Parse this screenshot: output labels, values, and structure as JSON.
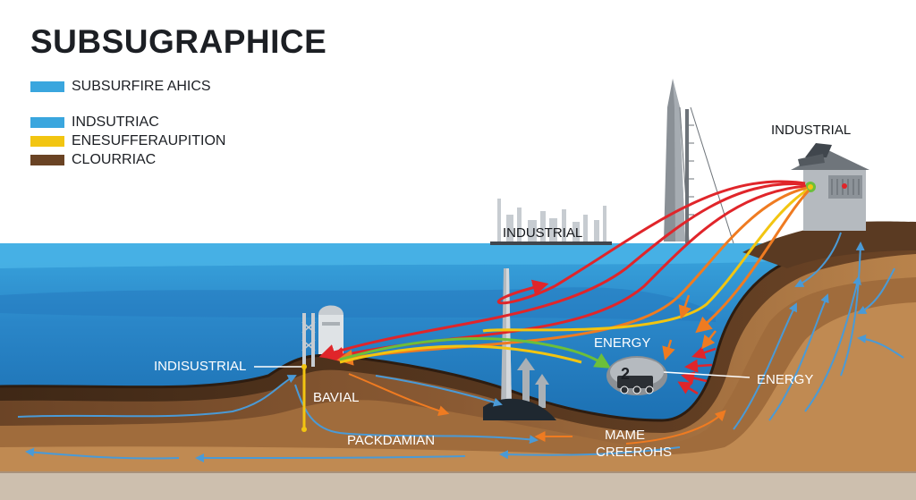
{
  "title": "SUBSUGRAPHICE",
  "legend": [
    {
      "label": "SUBSURFIRE AHICS",
      "color": "#3aa6de"
    },
    {
      "label": "INDSUTRIAC",
      "color": "#3aa6de"
    },
    {
      "label": "ENESUFFERAUPITION",
      "color": "#f2c511"
    },
    {
      "label": "CLOURRIAC",
      "color": "#6a4324"
    }
  ],
  "labels": {
    "industrial_right": "INDUSTRIAL",
    "industrial_center": "INDUSTRIAL",
    "indisustrial": "INDISUSTRIAL",
    "bavial": "BAVIAL",
    "packdamian": "PACKDAMIAN",
    "energy_center": "ENERGY",
    "energy_right": "ENERGY",
    "mame": "MAME",
    "creerohs": "CREEROHS"
  },
  "machine_badge": "2",
  "colors": {
    "sky": "#ffffff",
    "ocean_light": "#3aa6de",
    "ocean_dark": "#1565a8",
    "soil_dark": "#5a3a22",
    "soil_mid": "#8a5a33",
    "soil_light": "#b07a45",
    "flow_red": "#e0252a",
    "flow_orange": "#ef7b21",
    "flow_yellow": "#f2c511",
    "flow_green": "#6cbf3a",
    "flow_blue": "#2f7ec0"
  }
}
